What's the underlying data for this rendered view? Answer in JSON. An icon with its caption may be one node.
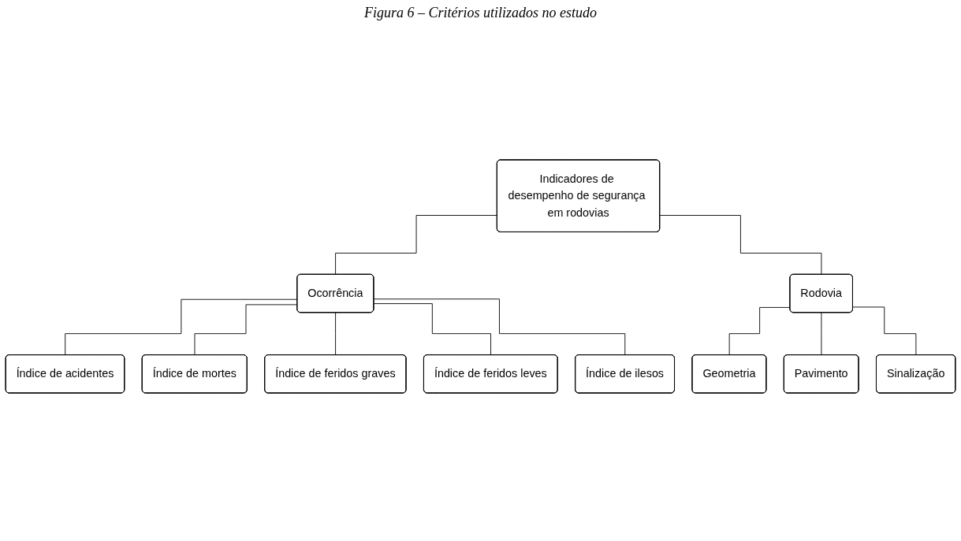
{
  "diagram": {
    "title": "Figura 6 – Critérios utilizados no estudo",
    "nodes": [
      {
        "text": [
          "Indicadores de desempenho de segurança em rodovias"
        ]
      },
      {
        "text": [
          "Ocorrência"
        ]
      },
      {
        "text": [
          "Rodovia"
        ]
      },
      {
        "text": [
          "Índice de acidentes"
        ]
      },
      {
        "text": [
          "Índice de mortes"
        ]
      },
      {
        "text": [
          "Índice de feridos graves"
        ]
      },
      {
        "text": [
          "Índice de feridos leves"
        ]
      },
      {
        "text": [
          "Índice de ilesos"
        ]
      },
      {
        "text": [
          "Geometria"
        ]
      },
      {
        "text": [
          "Pavimento"
        ]
      },
      {
        "text": [
          "Sinalização"
        ]
      }
    ],
    "edges": [
      {
        "from": 0,
        "to": 1,
        "arrow": "none"
      },
      {
        "from": 0,
        "to": 2,
        "arrow": "none"
      },
      {
        "from": 1,
        "to": 3,
        "arrow": "none"
      },
      {
        "from": 1,
        "to": 4,
        "arrow": "none"
      },
      {
        "from": 1,
        "to": 5,
        "arrow": "none"
      },
      {
        "from": 1,
        "to": 6,
        "arrow": "none"
      },
      {
        "from": 1,
        "to": 7,
        "arrow": "none"
      },
      {
        "from": 2,
        "to": 8,
        "arrow": "none"
      },
      {
        "from": 2,
        "to": 9,
        "arrow": "none"
      },
      {
        "from": 2,
        "to": 10,
        "arrow": "none"
      }
    ]
  }
}
